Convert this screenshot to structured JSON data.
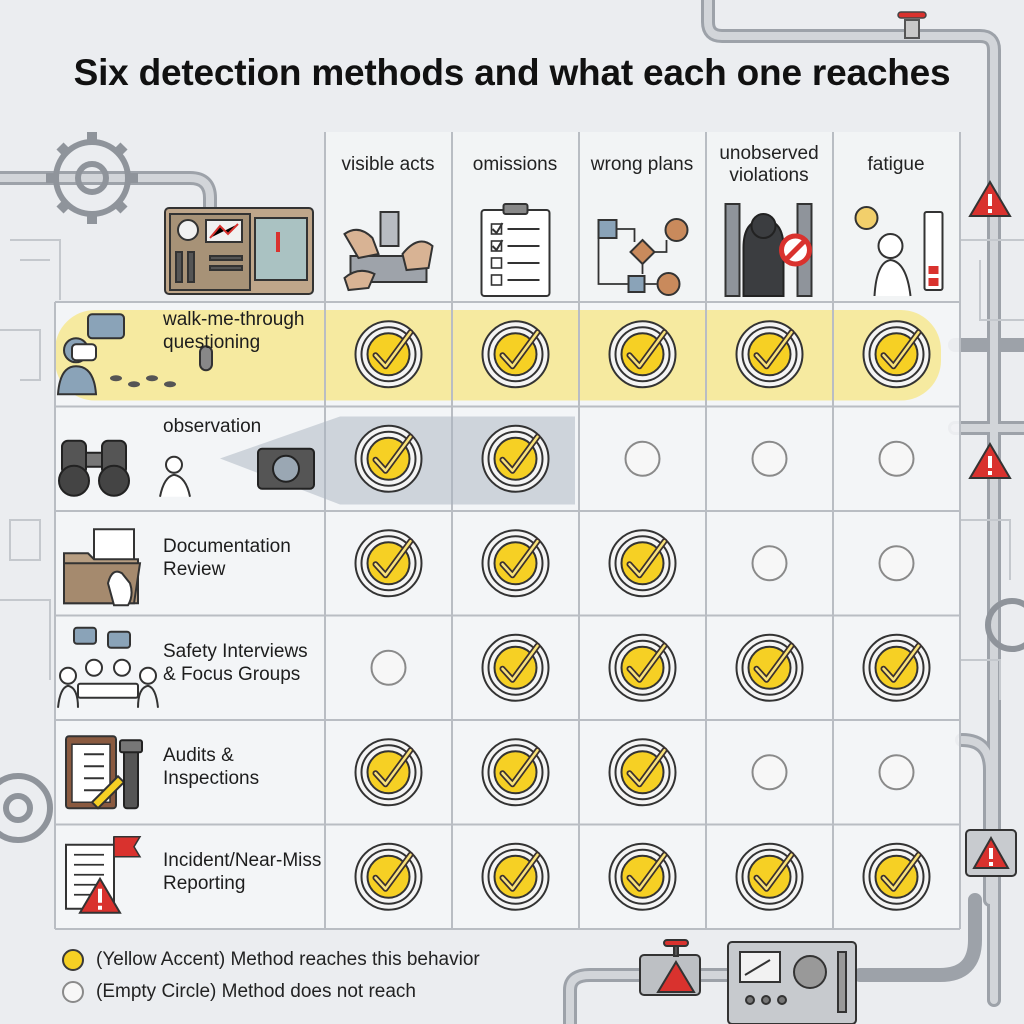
{
  "title": "Six detection methods and what each one reaches",
  "columns": [
    {
      "label": "visible acts",
      "icon": "hands-machine-icon"
    },
    {
      "label": "omissions",
      "icon": "checklist-clipboard-icon"
    },
    {
      "label": "wrong plans",
      "icon": "flowchart-question-icon"
    },
    {
      "label": "unobserved violations",
      "icon": "hidden-person-icon"
    },
    {
      "label": "fatigue",
      "icon": "tired-person-battery-icon"
    }
  ],
  "rows": [
    {
      "label": "walk-me-through questioning",
      "icon": "presenter-speech-icon",
      "highlight": true,
      "reach": [
        true,
        true,
        true,
        true,
        true
      ]
    },
    {
      "label": "observation",
      "icon": "binoculars-camera-icon",
      "highlight": false,
      "reach": [
        true,
        true,
        false,
        false,
        false
      ]
    },
    {
      "label": "Documentation Review",
      "icon": "folder-documents-icon",
      "highlight": false,
      "reach": [
        true,
        true,
        true,
        false,
        false
      ]
    },
    {
      "label": "Safety Interviews & Focus Groups",
      "icon": "group-discussion-icon",
      "highlight": false,
      "reach": [
        false,
        true,
        true,
        true,
        true
      ]
    },
    {
      "label": "Audits & Inspections",
      "icon": "clipboard-flashlight-icon",
      "highlight": false,
      "reach": [
        true,
        true,
        true,
        false,
        false
      ]
    },
    {
      "label": "Incident/Near-Miss Reporting",
      "icon": "report-warning-icon",
      "highlight": false,
      "reach": [
        true,
        true,
        true,
        true,
        true
      ]
    }
  ],
  "legend": [
    {
      "label": "(Yellow Accent) Method reaches this behavior",
      "marker": "filled"
    },
    {
      "label": "(Empty Circle) Method does not reach",
      "marker": "empty"
    }
  ],
  "colors": {
    "accent": "#f6d024",
    "highlight_band": "#f6eaa0",
    "grid_line": "#b9bdc3",
    "cell_bg": "#f4f5f7",
    "warning": "#d9322e",
    "pipe": "#b4b8be"
  }
}
